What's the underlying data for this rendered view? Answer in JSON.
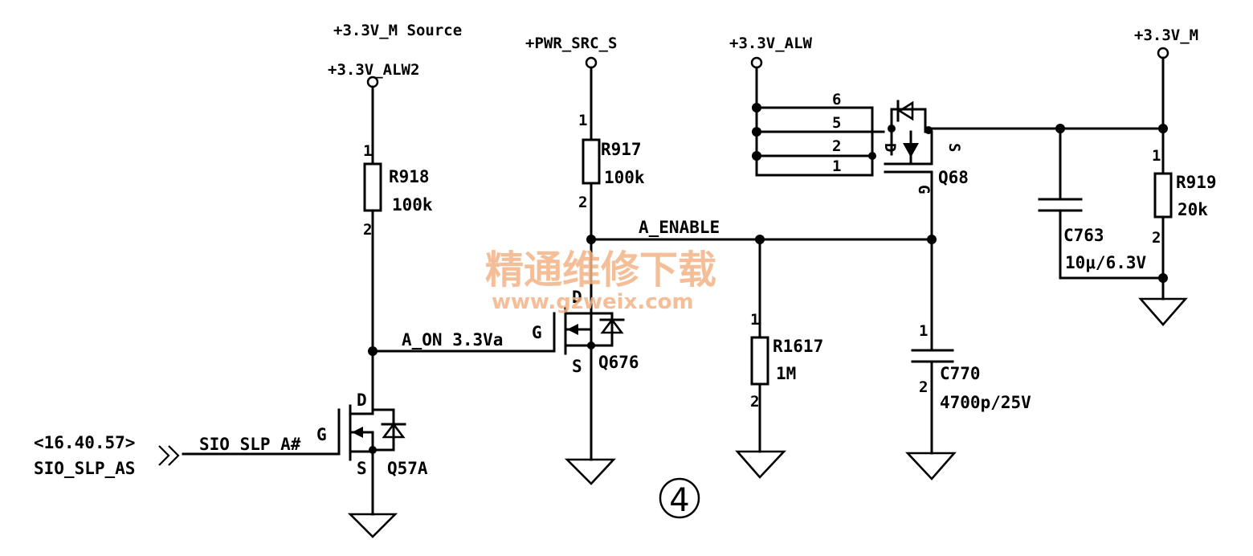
{
  "rails": {
    "alw2_top": "+3.3V_M Source",
    "alw2": "+3.3V_ALW2",
    "pwr_src": "+PWR_SRC_S",
    "alw": "+3.3V_ALW",
    "v33m": "+3.3V_M"
  },
  "nets": {
    "a_on": "A_ON 3.3Va",
    "a_enable": "A_ENABLE",
    "sio_slp": "SIO SLP A#",
    "offpage_ref": "<16.40.57>",
    "offpage_name": "SIO_SLP_AS"
  },
  "components": {
    "r918": {
      "ref": "R918",
      "value": "100k",
      "pin1": "1",
      "pin2": "2"
    },
    "r917": {
      "ref": "R917",
      "value": "100k",
      "pin1": "1",
      "pin2": "2"
    },
    "r1617": {
      "ref": "R1617",
      "value": "1M",
      "pin1": "1",
      "pin2": "2"
    },
    "r919": {
      "ref": "R919",
      "value": "20k",
      "pin1": "1",
      "pin2": "2"
    },
    "c770": {
      "ref": "C770",
      "value": "4700p/25V",
      "pin1": "1",
      "pin2": "2"
    },
    "c763": {
      "ref": "C763",
      "value": "10μ/6.3V"
    },
    "q57a": {
      "ref": "Q57A",
      "d": "D",
      "g": "G",
      "s": "S"
    },
    "q676": {
      "ref": "Q676",
      "d": "D",
      "g": "G",
      "s": "S"
    },
    "q68": {
      "ref": "Q68",
      "g": "G",
      "s": "S",
      "d": "D",
      "pins": [
        "6",
        "5",
        "2",
        "1"
      ]
    }
  },
  "marker": "④",
  "watermark": {
    "text": "精通维修下载",
    "url": "www.gzweix.com"
  }
}
